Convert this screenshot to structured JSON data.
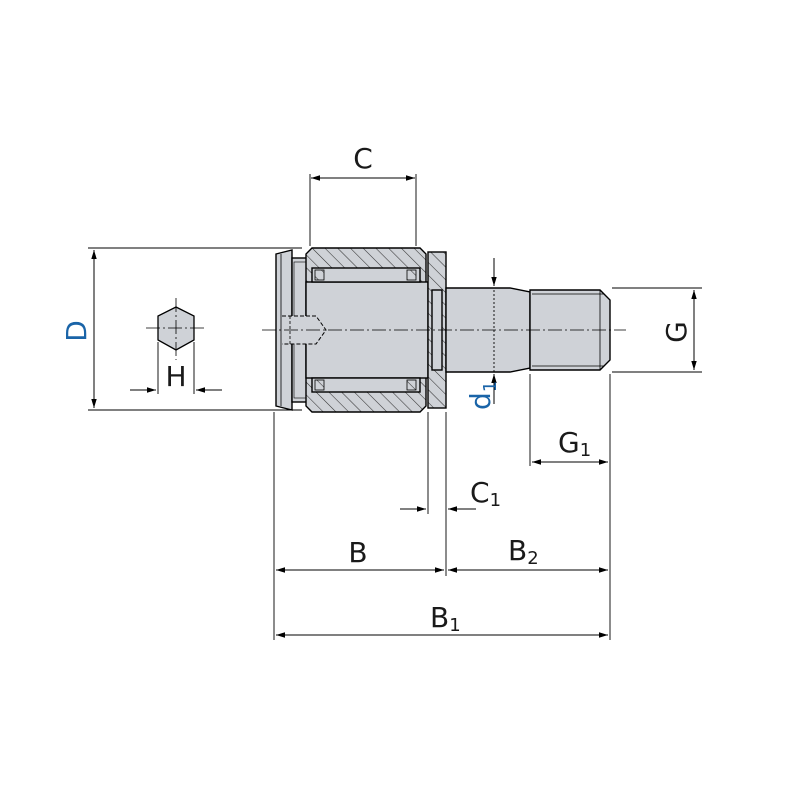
{
  "labels": {
    "C": "C",
    "D": "D",
    "H": "H",
    "G": "G",
    "d1_main": "d",
    "d1_sub": "1",
    "G1_main": "G",
    "G1_sub": "1",
    "C1_main": "C",
    "C1_sub": "1",
    "B": "B",
    "B2_main": "B",
    "B2_sub": "2",
    "B1_main": "B",
    "B1_sub": "1"
  },
  "colors": {
    "part_fill": "#cfd2d7",
    "hatch": "#333333",
    "highlight_label": "#1a64a8",
    "line": "#000000"
  }
}
